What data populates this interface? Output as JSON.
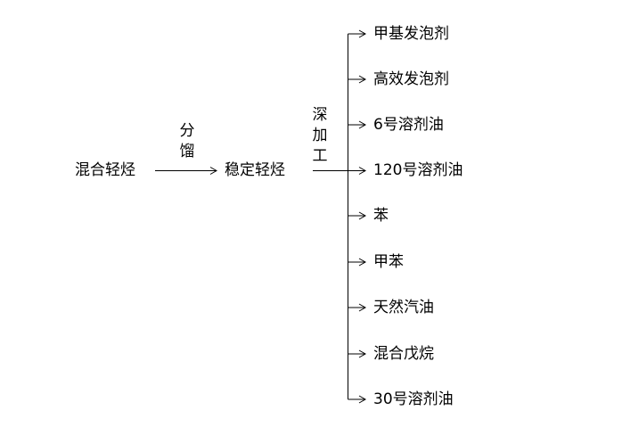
{
  "diagram": {
    "source": "混合轻烃",
    "step1": "分馏",
    "intermediate": "稳定轻烃",
    "step2": "深加工",
    "products": [
      "甲基发泡剂",
      "高效发泡剂",
      "6号溶剂油",
      "120号溶剂油",
      "苯",
      "甲苯",
      "天然汽油",
      "混合戊烷",
      "30号溶剂油"
    ],
    "line_color": "#000000"
  }
}
